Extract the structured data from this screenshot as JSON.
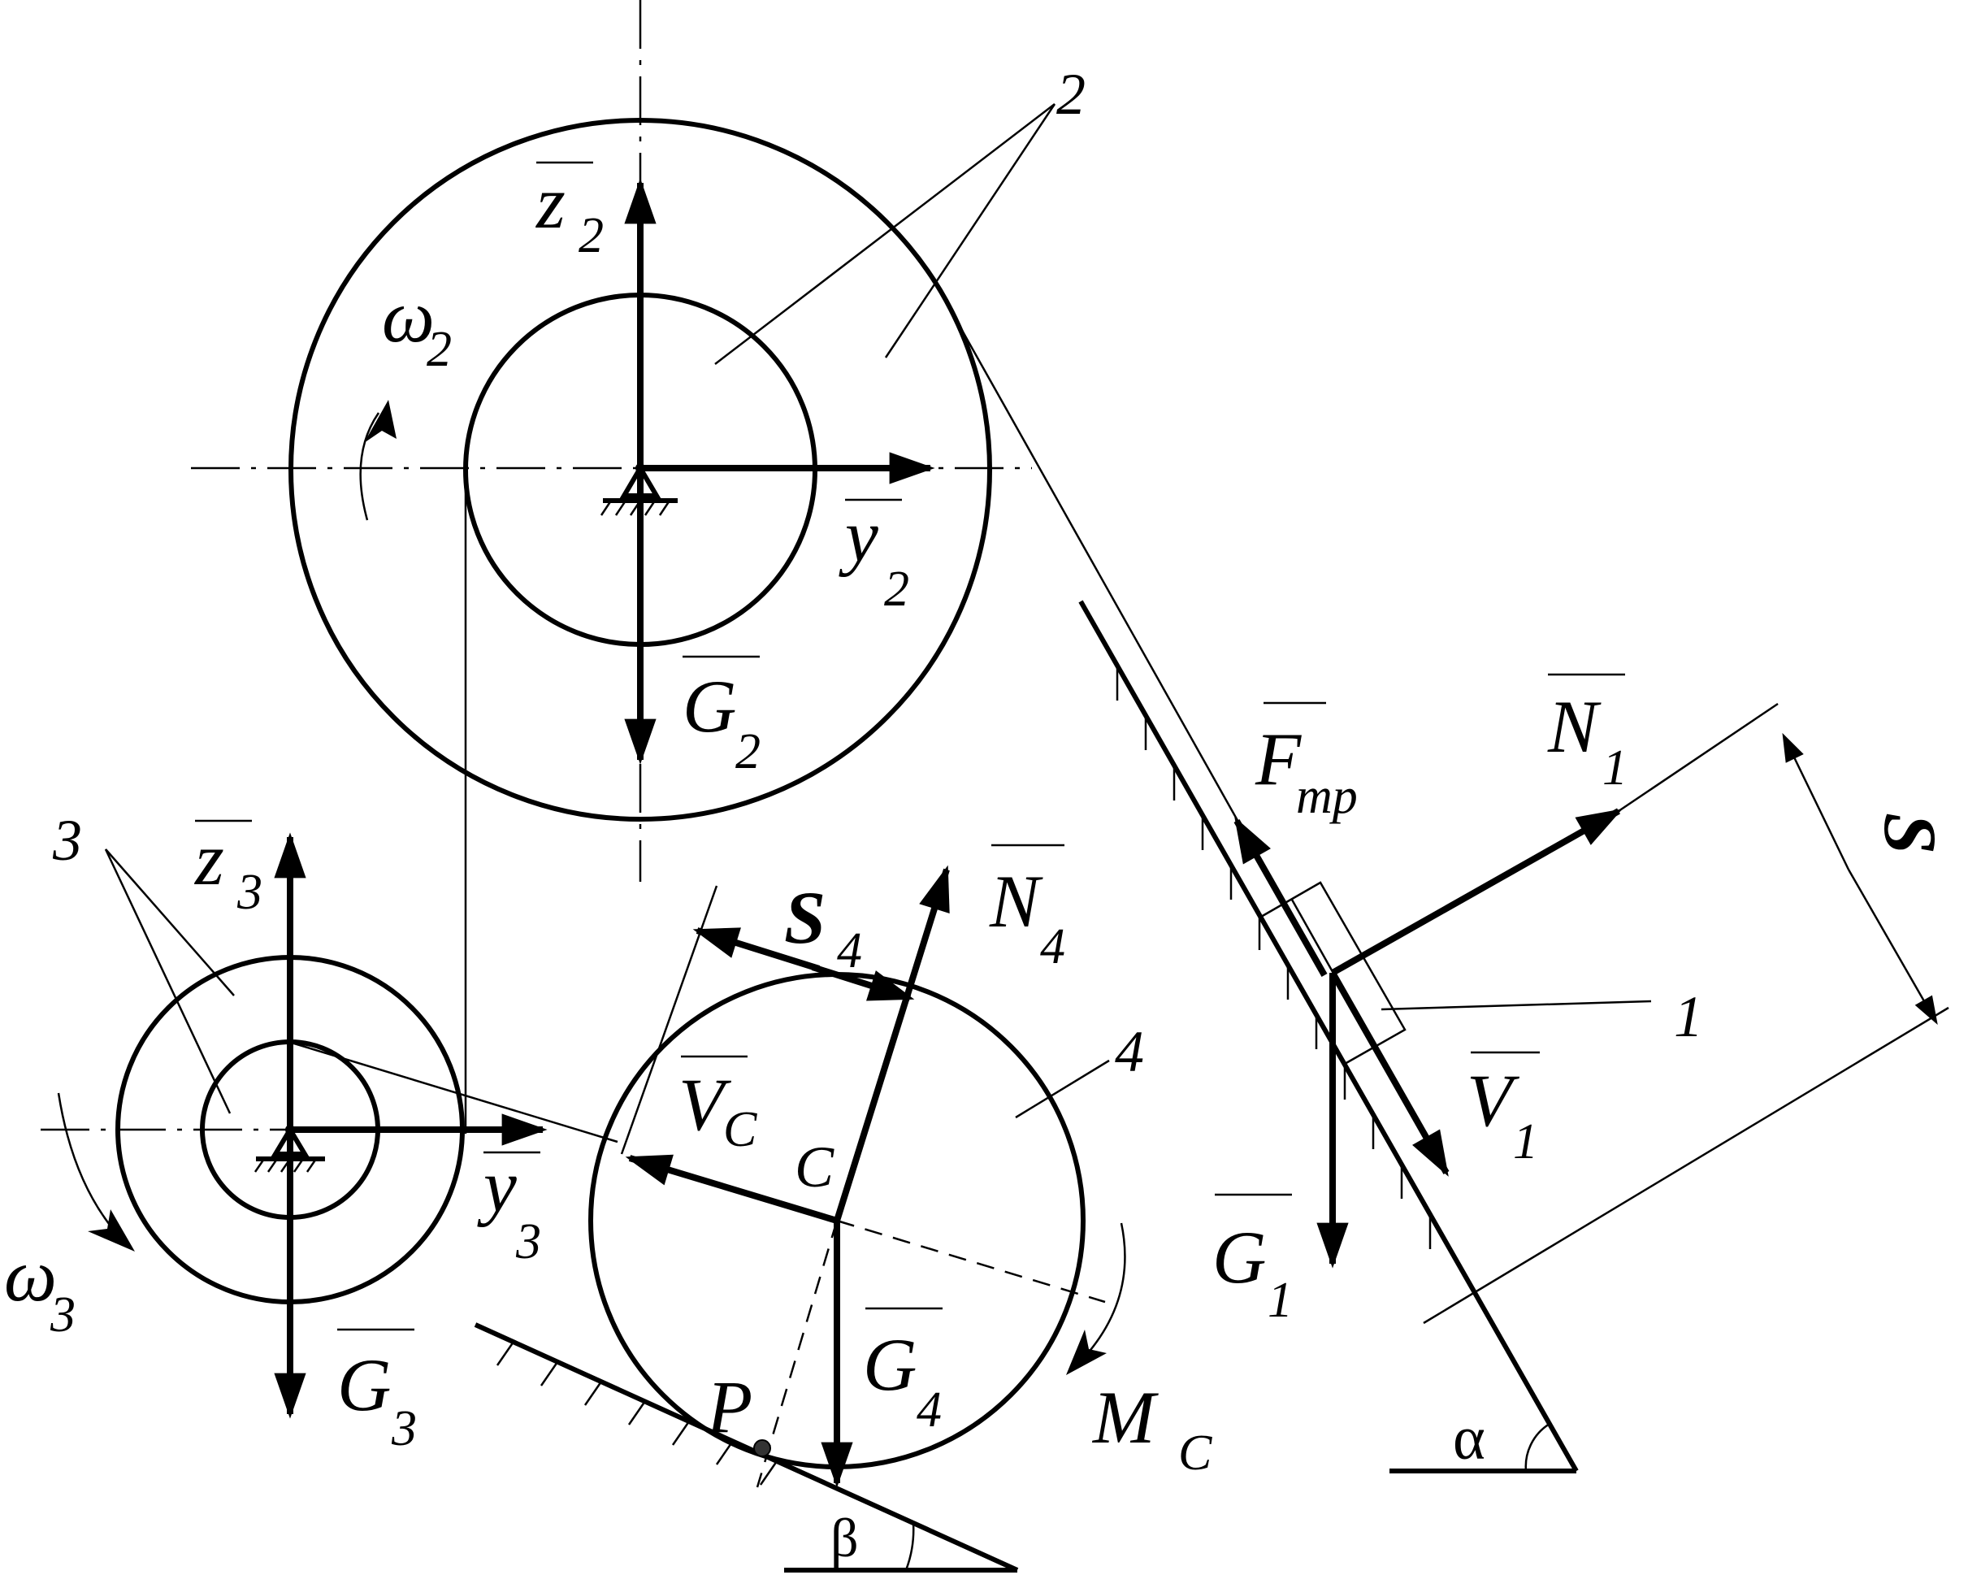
{
  "labels": {
    "z2": {
      "main": "z",
      "sub": "2"
    },
    "y2": {
      "main": "y",
      "sub": "2"
    },
    "G2": {
      "main": "G",
      "sub": "2"
    },
    "omega2": {
      "main": "ω",
      "sub": "2"
    },
    "num2": "2",
    "num3": "3",
    "z3": {
      "main": "z",
      "sub": "3"
    },
    "y3": {
      "main": "y",
      "sub": "3"
    },
    "G3": {
      "main": "G",
      "sub": "3"
    },
    "omega3": {
      "main": "ω",
      "sub": "3"
    },
    "N4": {
      "main": "N",
      "sub": "4"
    },
    "S4": {
      "main": "S",
      "sub": "4"
    },
    "VC": {
      "main": "V",
      "sub": "C"
    },
    "C": "C",
    "num4": "4",
    "G4": {
      "main": "G",
      "sub": "4"
    },
    "P": "P",
    "MC": {
      "main": "M",
      "sub": "C"
    },
    "beta": "β",
    "Fmp": {
      "main": "F",
      "sub": "mp"
    },
    "N1": {
      "main": "N",
      "sub": "1"
    },
    "S": "S",
    "num1": "1",
    "V1": {
      "main": "V",
      "sub": "1"
    },
    "G1": {
      "main": "G",
      "sub": "1"
    },
    "alpha": "α"
  }
}
